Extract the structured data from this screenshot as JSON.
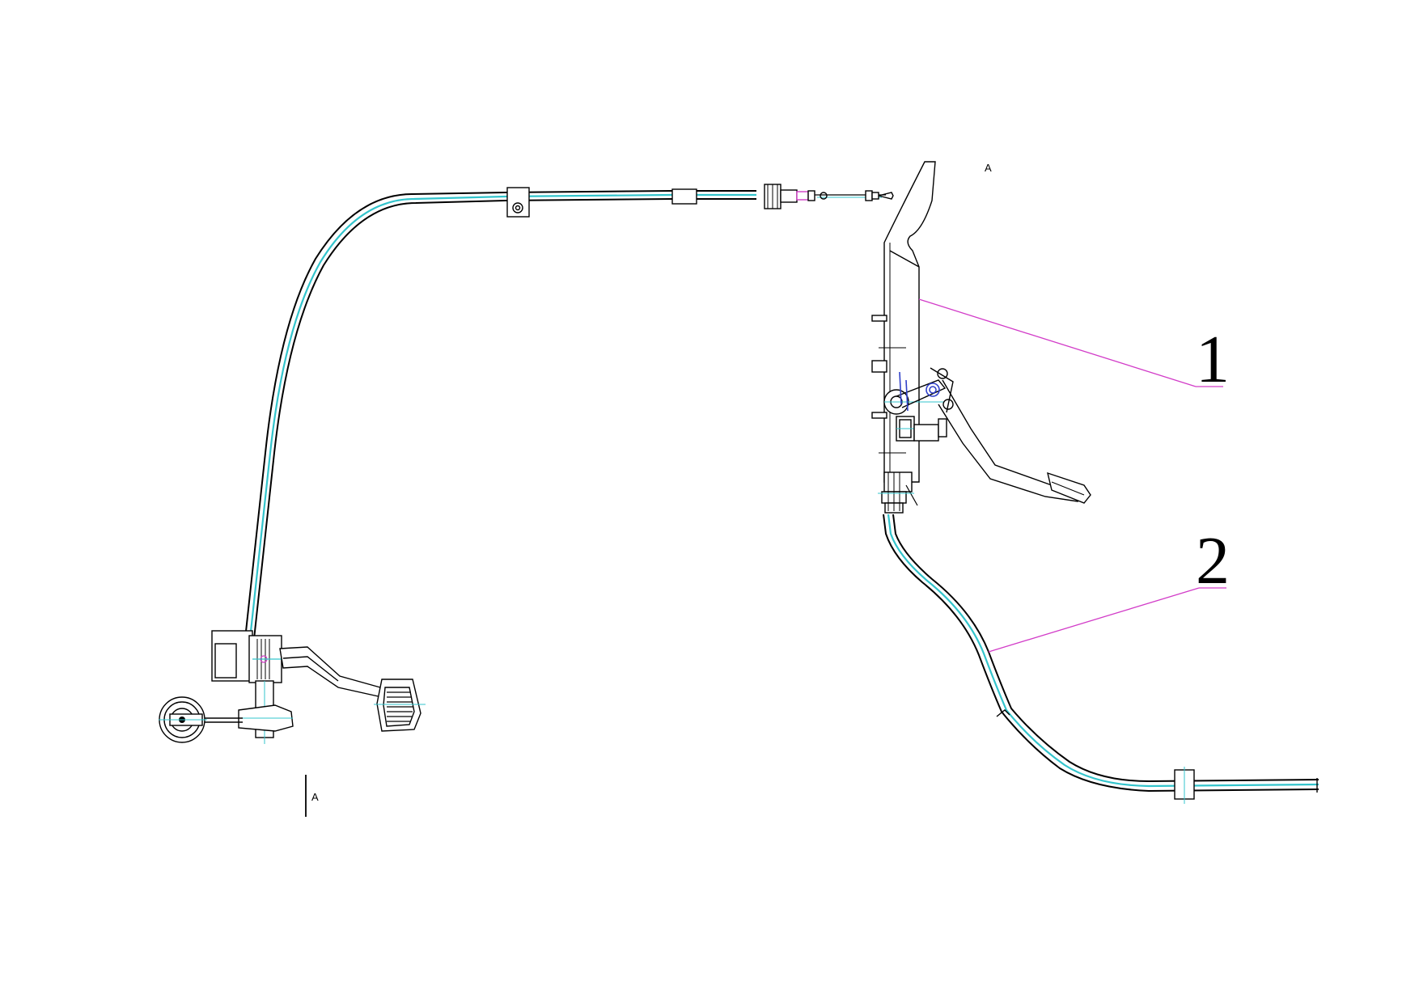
{
  "callouts": [
    {
      "number": "1"
    },
    {
      "number": "2"
    }
  ],
  "view_marks": [
    {
      "label": "A"
    },
    {
      "label": "A"
    }
  ],
  "colors": {
    "cable": "#33c4cc",
    "leader": "#d23cc8",
    "outline": "#000000",
    "accent_blue": "#3040c8"
  }
}
